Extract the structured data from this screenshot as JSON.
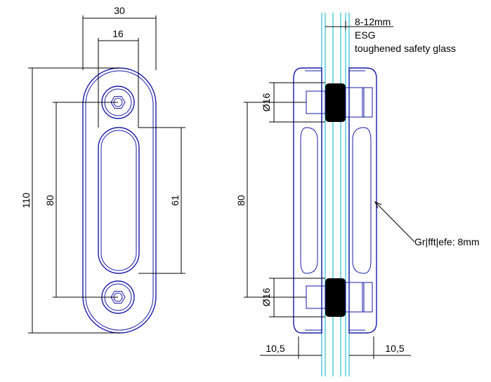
{
  "front_view": {
    "width_outer": "30",
    "width_slot": "16",
    "height_total": "110",
    "bolt_spacing": "80",
    "slot_length": "61"
  },
  "side_view": {
    "glass_thickness": "8-12mm",
    "glass_type": "ESG",
    "glass_desc": "toughened safety glass",
    "bolt_dia_top": "Ø16",
    "bolt_dia_bottom": "Ø16",
    "bolt_spacing": "80",
    "grip_depth_label": "Gr|fft|efe: 8mm",
    "offset_left": "10,5",
    "offset_right": "10,5"
  },
  "colors": {
    "part": "#1a1aa8",
    "glass": "#39c6d8",
    "dimension": "#000000"
  }
}
